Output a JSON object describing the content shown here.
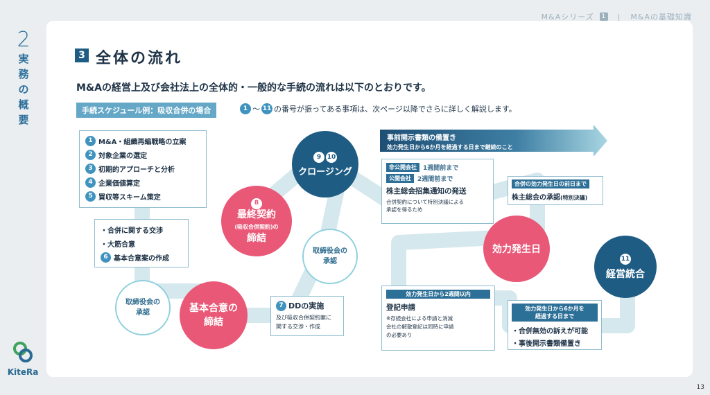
{
  "header": {
    "series": "M&Aシリーズ",
    "series_num": "1",
    "sep": "|",
    "title": "M&Aの基礎知識"
  },
  "side": {
    "num": "2",
    "chars": [
      "実",
      "務",
      "の",
      "概",
      "要"
    ]
  },
  "logo": {
    "name": "KiteRa"
  },
  "page_number": "13",
  "section": {
    "num": "3",
    "title": "全体の流れ"
  },
  "lead": "M&Aの経営上及び会社法上の全体的・一般的な手続の流れは以下のとおりです。",
  "example_tag": "手続スケジュール例：吸収合併の場合",
  "note": {
    "from": "1",
    "sep": "～",
    "to": "11",
    "text": "の番号が振ってある事項は、次ページ以降でさらに詳しく解説します。"
  },
  "box_a": {
    "items": [
      {
        "n": "1",
        "t": "M&A・組織再編戦略の立案"
      },
      {
        "n": "2",
        "t": "対象企業の選定"
      },
      {
        "n": "3",
        "t": "初期的アプローチと分析"
      },
      {
        "n": "4",
        "t": "企業価値算定"
      },
      {
        "n": "5",
        "t": "買収等スキーム策定"
      }
    ]
  },
  "box_b": {
    "l1": "・合併に関する交渉",
    "l2": "・大筋合意",
    "n": "6",
    "l3": "基本合意案の作成"
  },
  "board1": {
    "l1": "取締役会の",
    "l2": "承認"
  },
  "basic_agreement": {
    "l1": "基本合意の",
    "l2": "締結"
  },
  "dd": {
    "n": "7",
    "title": "DDの実施",
    "l1": "及び吸収合併契約案に",
    "l2": "関する交渉・作成"
  },
  "board2": {
    "l1": "取締役会の",
    "l2": "承認"
  },
  "final": {
    "n": "8",
    "l1": "最終契約",
    "l2": "(吸収合併契約)の",
    "l3": "締結"
  },
  "closing": {
    "n1": "9",
    "n2": "10",
    "title": "クロージング"
  },
  "arrow": {
    "l1": "事前開示書類の備置き",
    "l2": "効力発生日から6か月を経過する日まで継続のこと"
  },
  "notice": {
    "tag1": "非公開会社",
    "t1": "1週間前まで",
    "tag2": "公開会社",
    "t2": "2週間前まで",
    "title": "株主総会招集通知の発送",
    "l1": "合併契約について特別決議による",
    "l2": "承認を得るため"
  },
  "shareholder": {
    "tag": "合併の効力発生日の前日まで",
    "title": "株主総会の承認",
    "sub": "(特別決議)"
  },
  "effective": {
    "title": "効力発生日"
  },
  "integration": {
    "n": "11",
    "title": "経営統合"
  },
  "registration": {
    "tag": "効力発生日から2週間以内",
    "title": "登記申請",
    "l1": "※存続会社による申請と消滅",
    "l2": "会社の解散登記は同時に申請",
    "l3": "の必要あり"
  },
  "post": {
    "tag1": "効力発生日から6か月を",
    "tag2": "経過する日まで",
    "l1": "・合併無効の訴えが可能",
    "l2": "・事後開示書類備置き"
  },
  "colors": {
    "pink": "#e95877",
    "navy": "#1e5c84",
    "road": "#d5e8ee",
    "accent": "#3f93be"
  }
}
